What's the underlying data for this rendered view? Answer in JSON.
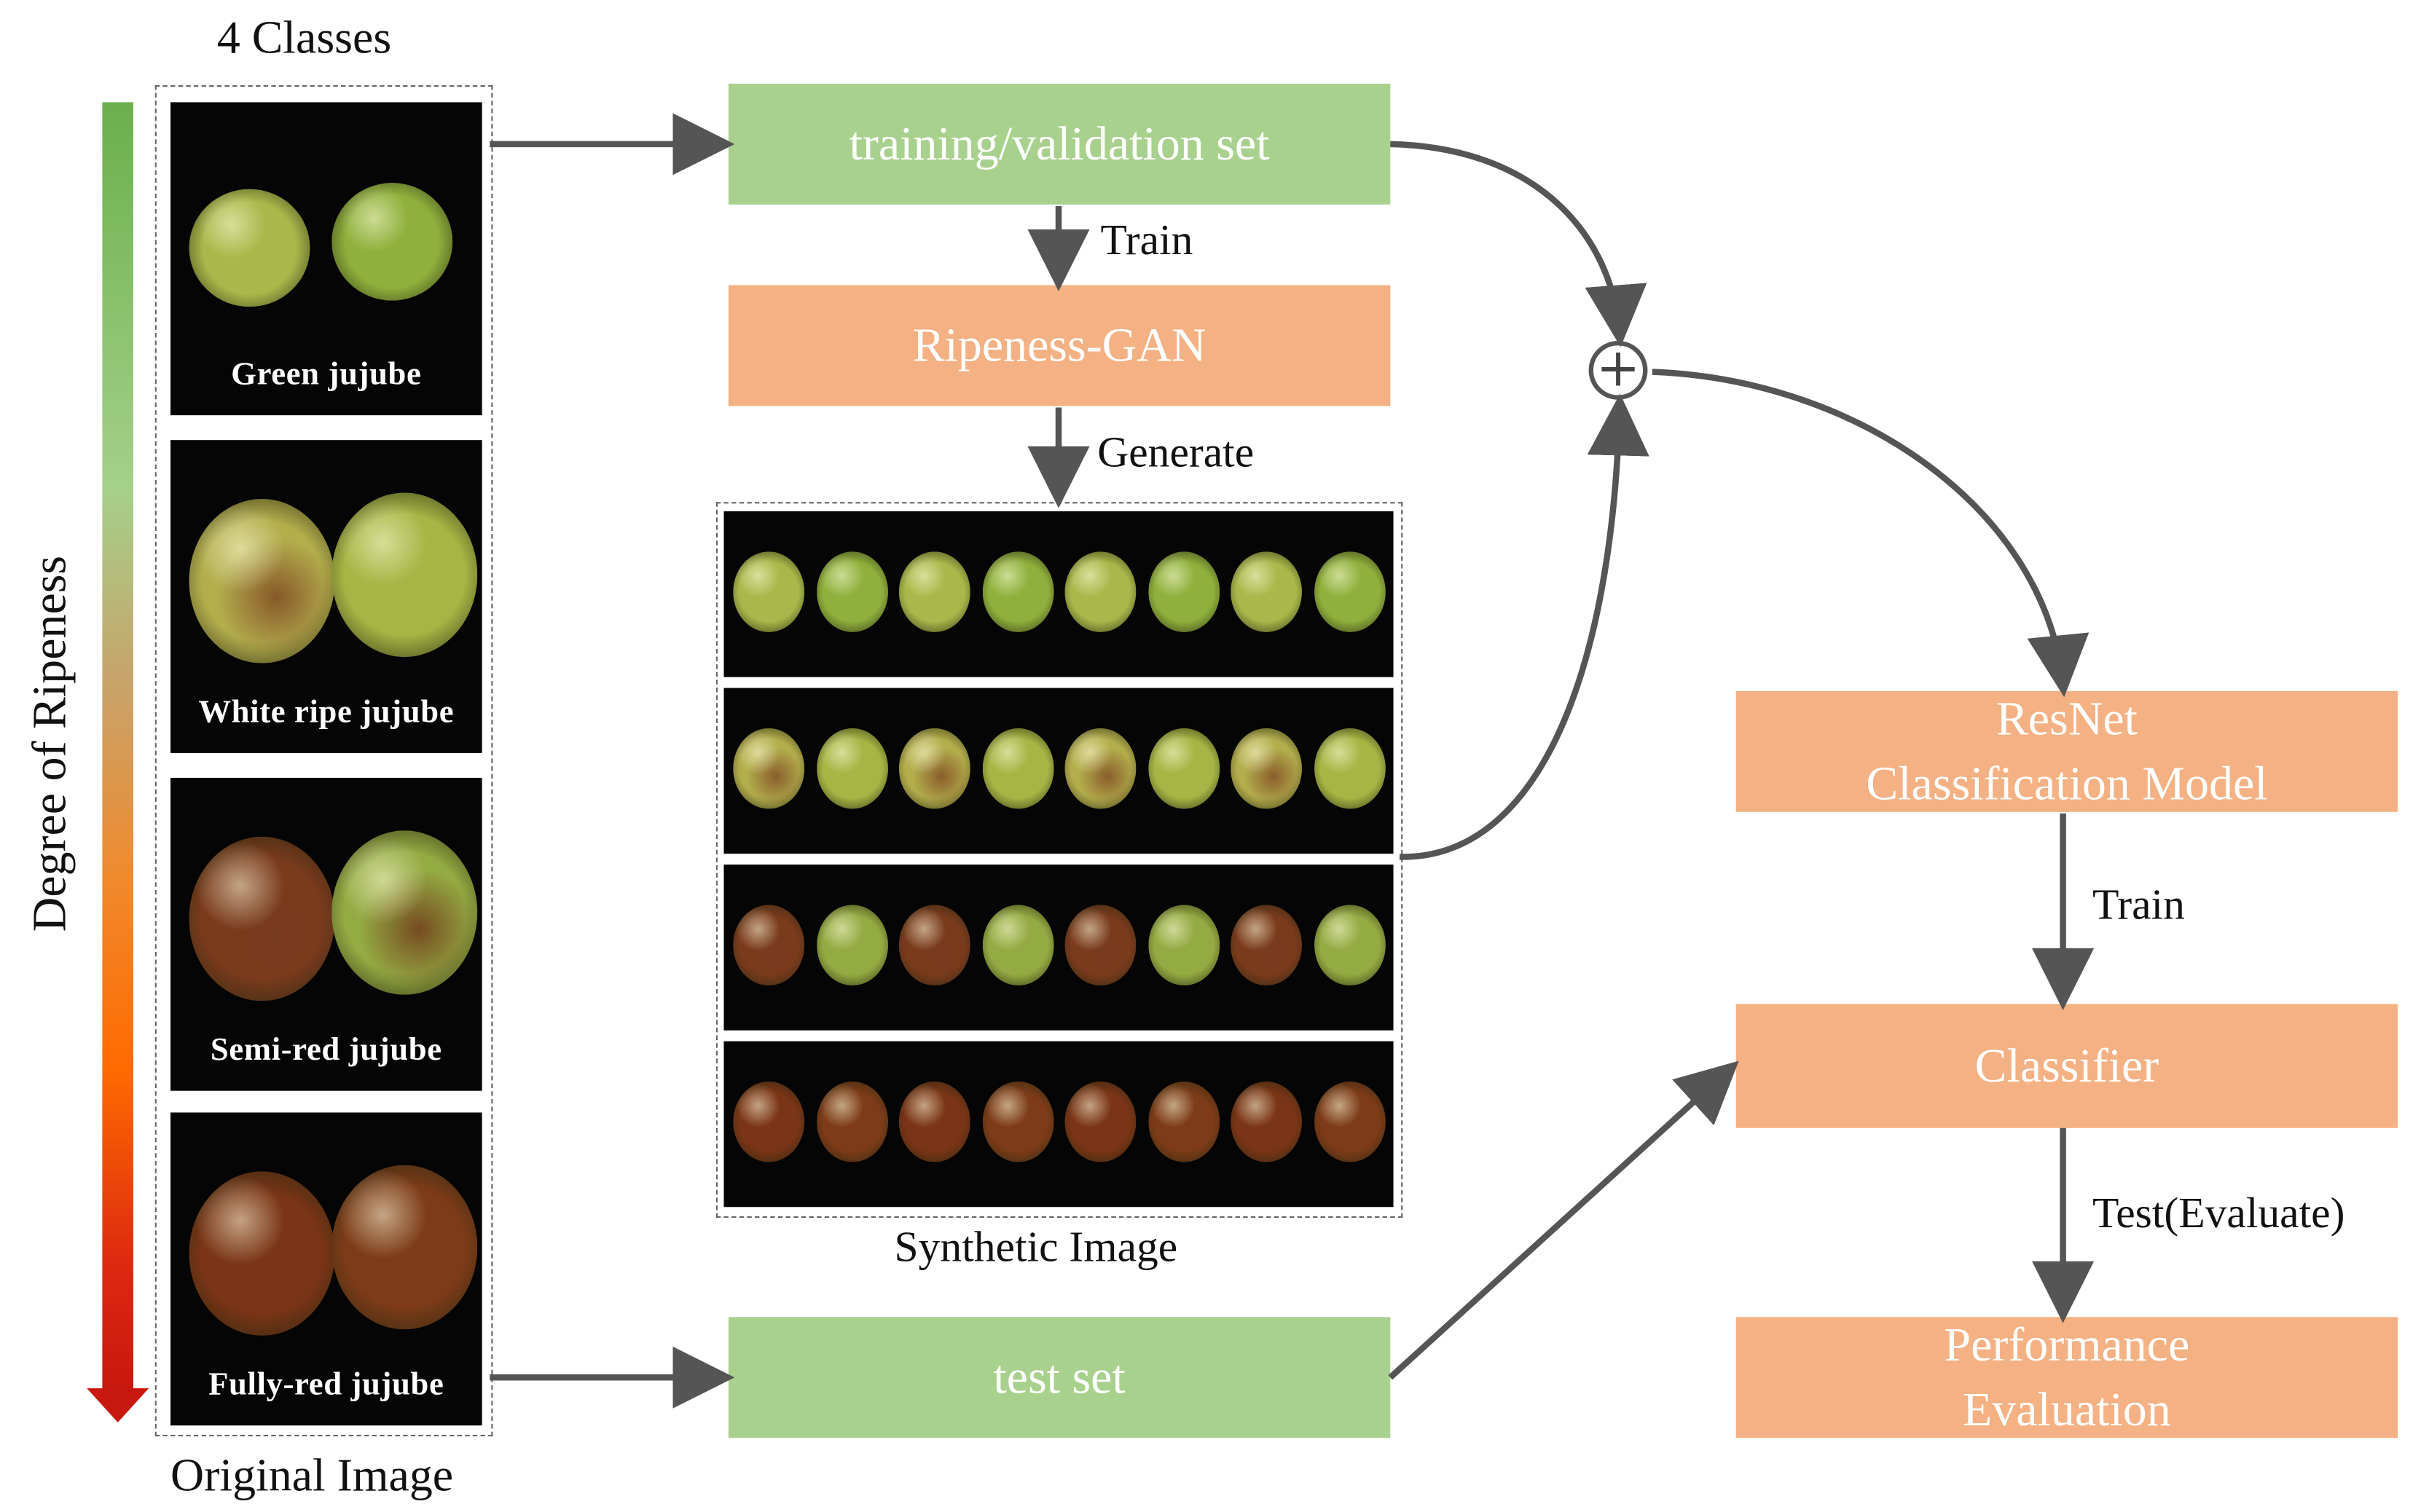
{
  "left_panel": {
    "header": "4 Classes",
    "footer": "Original Image",
    "axis_label": "Degree of Ripeness",
    "classes": [
      {
        "label": "Green jujube"
      },
      {
        "label": "White ripe jujube"
      },
      {
        "label": "Semi-red jujube"
      },
      {
        "label": "Fully-red jujube"
      }
    ]
  },
  "middle": {
    "train_val_box": "training/validation set",
    "train_label": "Train",
    "gan_box": "Ripeness-GAN",
    "generate_label": "Generate",
    "synthetic_caption": "Synthetic Image",
    "test_box": "test set"
  },
  "right": {
    "combine_symbol": "+",
    "resnet_line1": "ResNet",
    "resnet_line2": "Classification Model",
    "train_label": "Train",
    "classifier_box": "Classifier",
    "test_label": "Test(Evaluate)",
    "perf_line1": "Performance",
    "perf_line2": "Evaluation"
  },
  "colors": {
    "green_box": "#a9d18e",
    "orange_box": "#f4b183",
    "arrow": "#555555",
    "ripeness_gradient": [
      "#6ab04c",
      "#a5d08a",
      "#ff6a00",
      "#c8170e"
    ]
  },
  "fruit_colors": {
    "green": [
      "#a9b84a",
      "#8fb03c"
    ],
    "white": [
      "#b3ad4c",
      "#a6b544"
    ],
    "semi": [
      "#7a3a1c",
      "#94aa42"
    ],
    "red": [
      "#7a3416",
      "#7d3b18"
    ]
  }
}
